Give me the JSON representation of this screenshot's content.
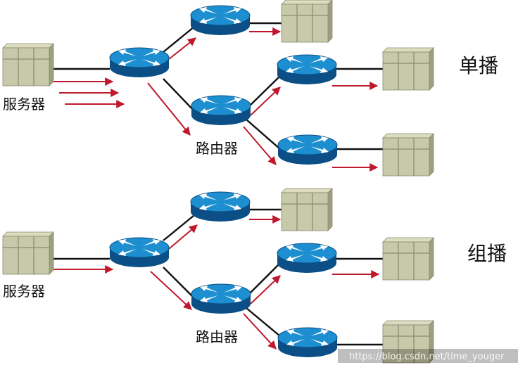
{
  "colors": {
    "router_top": "#1d8ed0",
    "router_side": "#0b4f86",
    "router_arrows": "#ffffff",
    "server_face": "#c8c8aa",
    "server_top": "#dcdcc0",
    "server_side": "#9e9e80",
    "link": "#111111",
    "traffic": "#c0182c"
  },
  "icons": {
    "router": "router-icon",
    "server": "server-icon",
    "host": "host-icon"
  },
  "labels": {
    "unicast_title": "单播",
    "multicast_title": "组播",
    "unicast_server": "服务器",
    "unicast_router": "路由器",
    "multicast_server": "服务器",
    "multicast_router": "路由器",
    "watermark": "https://blog.csdn.net/time_youger"
  }
}
